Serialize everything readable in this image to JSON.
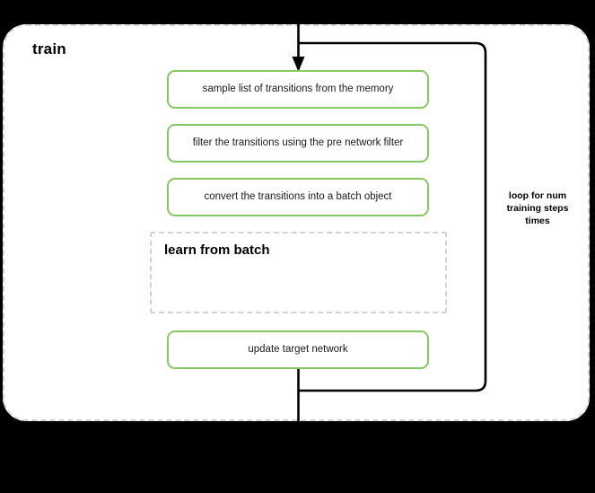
{
  "diagram": {
    "title": "train",
    "background_color": "#000000",
    "canvas_color": "#ffffff",
    "accent_color": "#87c763",
    "dashed_border_color": "#d3d3d3",
    "connector_color": "#000000"
  },
  "steps": [
    {
      "id": "sample",
      "label": "sample list of transitions from the memory"
    },
    {
      "id": "filter",
      "label": "filter the transitions using the pre network filter"
    },
    {
      "id": "convert",
      "label": "convert the transitions into a batch object"
    },
    {
      "id": "update",
      "label": "update target network"
    }
  ],
  "sub_block": {
    "title": "learn from batch",
    "style": "dashed"
  },
  "loop": {
    "caption": "loop for num training steps times",
    "caption_line_1": "loop for num",
    "caption_line_2": "training steps",
    "caption_line_3": "times"
  },
  "connectors": {
    "entry_arrow": "arrow-down-into-sample",
    "loop_back": "loop-back-to-sample",
    "exit_line": "exit-line-down"
  }
}
